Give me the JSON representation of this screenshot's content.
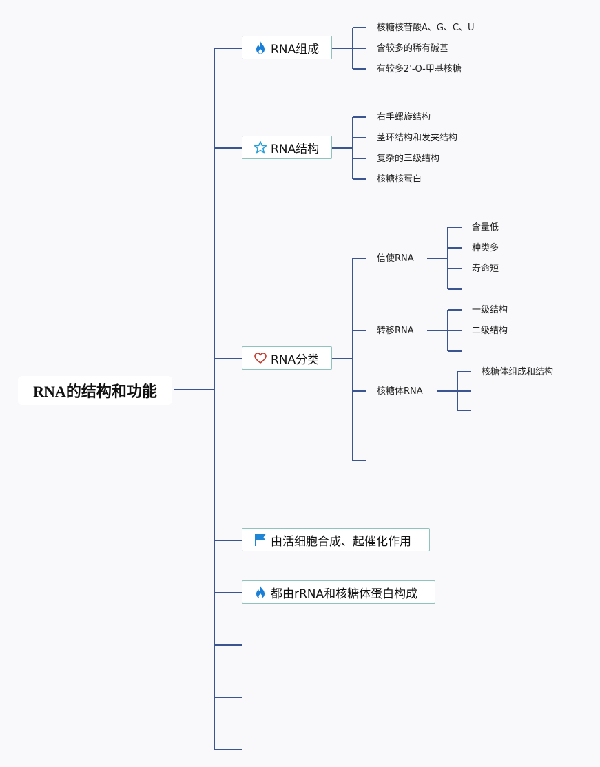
{
  "root": {
    "label": "RNA的结构和功能"
  },
  "branches": [
    {
      "label": "RNA组成",
      "icon": "flame-icon",
      "children": [
        "核糖核苷酸A、G、C、U",
        "含较多的稀有碱基",
        "有较多2'-O-甲基核糖"
      ]
    },
    {
      "label": "RNA结构",
      "icon": "star-icon",
      "children": [
        "右手螺旋结构",
        "茎环结构和发夹结构",
        "复杂的三级结构",
        "核糖核蛋白"
      ]
    },
    {
      "label": "RNA分类",
      "icon": "heart-icon",
      "children": [
        {
          "label": "信使RNA",
          "children": [
            "含量低",
            "种类多",
            "寿命短"
          ]
        },
        {
          "label": "转移RNA",
          "children": [
            "一级结构",
            "二级结构"
          ]
        },
        {
          "label": "核糖体RNA",
          "children": [
            "核糖体组成和结构"
          ]
        }
      ]
    },
    {
      "label": "由活细胞合成、起催化作用",
      "icon": "flag-icon"
    },
    {
      "label": "都由rRNA和核糖体蛋白构成",
      "icon": "flame-icon"
    }
  ],
  "colors": {
    "connector": "#3b5590",
    "node_border": "#8fc3bd",
    "flame": "#1a7fd6",
    "star": "#2a9fd6",
    "heart": "#c0392b",
    "flag": "#1f86d6"
  }
}
